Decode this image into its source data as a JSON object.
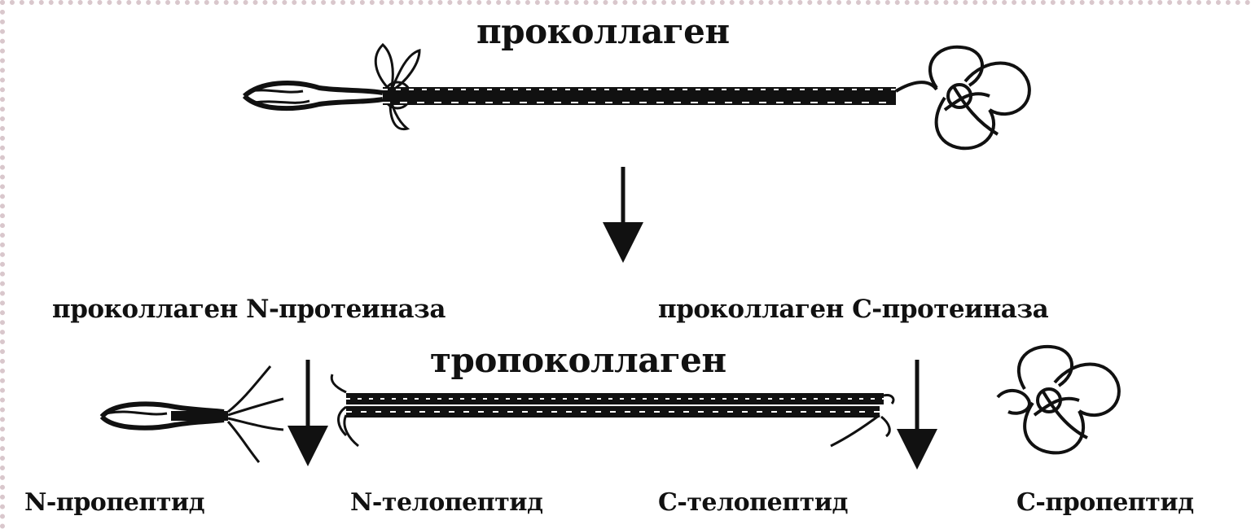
{
  "labels": {
    "procollagen": "проколлаген",
    "n_proteinase": "проколлаген N-протеиназа",
    "c_proteinase": "проколлаген С-протеиназа",
    "tropocollagen": "тропоколлаген",
    "n_propeptide": "N-пропептид",
    "n_telopeptide": "N-телопептид",
    "c_telopeptide": "С-телопептид",
    "c_propeptide": "С-пропептид"
  },
  "colors": {
    "ink": "#111111",
    "frame": "#d9c7cc"
  }
}
